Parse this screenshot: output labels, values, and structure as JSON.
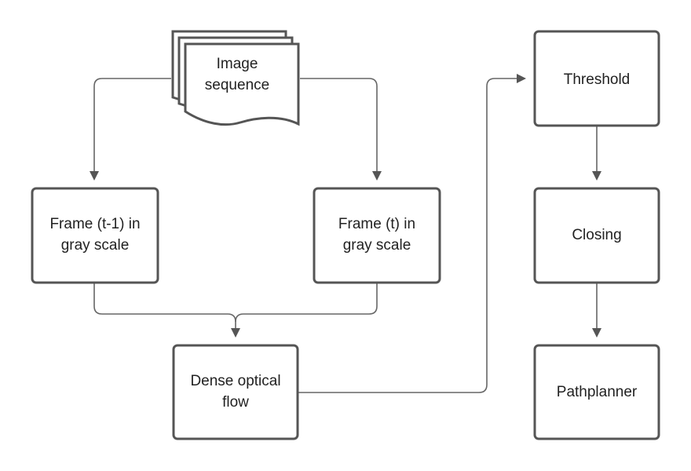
{
  "nodes": {
    "image_sequence": {
      "line1": "Image",
      "line2": "sequence"
    },
    "frame_prev": {
      "line1": "Frame (t-1) in",
      "line2": "gray scale"
    },
    "frame_curr": {
      "line1": "Frame (t) in",
      "line2": "gray scale"
    },
    "dense_flow": {
      "line1": "Dense optical",
      "line2": "flow"
    },
    "threshold": {
      "label": "Threshold"
    },
    "closing": {
      "label": "Closing"
    },
    "pathplanner": {
      "label": "Pathplanner"
    }
  },
  "edges": [
    {
      "from": "image_sequence",
      "to": "frame_prev"
    },
    {
      "from": "image_sequence",
      "to": "frame_curr"
    },
    {
      "from": "frame_prev",
      "to": "dense_flow"
    },
    {
      "from": "frame_curr",
      "to": "dense_flow"
    },
    {
      "from": "dense_flow",
      "to": "threshold"
    },
    {
      "from": "threshold",
      "to": "closing"
    },
    {
      "from": "closing",
      "to": "pathplanner"
    }
  ],
  "colors": {
    "stroke": "#555555",
    "edge": "#666666",
    "text": "#222222",
    "background": "#ffffff"
  }
}
